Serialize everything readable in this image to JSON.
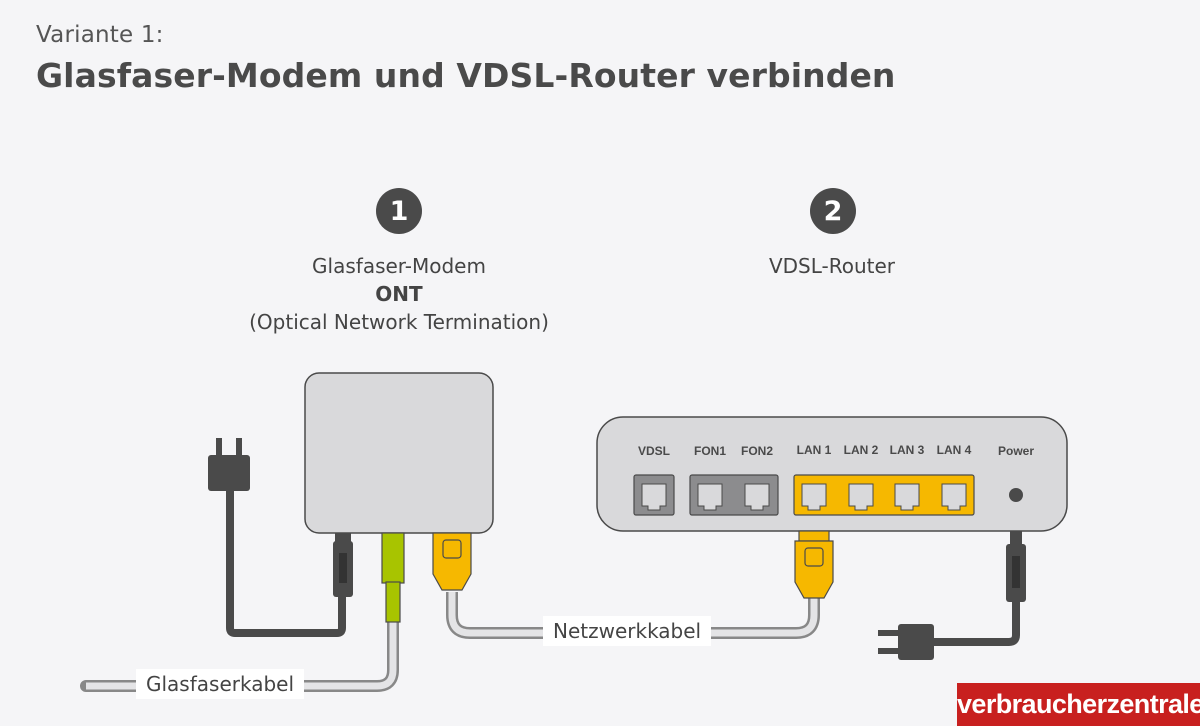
{
  "header": {
    "pretitle": "Variante 1:",
    "title": "Glasfaser-Modem und VDSL-Router verbinden"
  },
  "devices": {
    "modem": {
      "number": "1",
      "line1": "Glasfaser-Modem",
      "line2": "ONT",
      "line3": "(Optical Network Termination)"
    },
    "router": {
      "number": "2",
      "line1": "VDSL-Router",
      "ports": {
        "vdsl": "VDSL",
        "fon1": "FON1",
        "fon2": "FON2",
        "lan1": "LAN 1",
        "lan2": "LAN 2",
        "lan3": "LAN 3",
        "lan4": "LAN 4",
        "power": "Power"
      }
    }
  },
  "cables": {
    "network": "Netzwerkkabel",
    "fiber": "Glasfaserkabel"
  },
  "logo": "verbraucherzentrale",
  "colors": {
    "lan_yellow": "#f6b800",
    "fiber_green": "#a8c400",
    "dark": "#4a4a4a",
    "device_gray": "#d9d9db",
    "brand_red": "#c8201f"
  }
}
